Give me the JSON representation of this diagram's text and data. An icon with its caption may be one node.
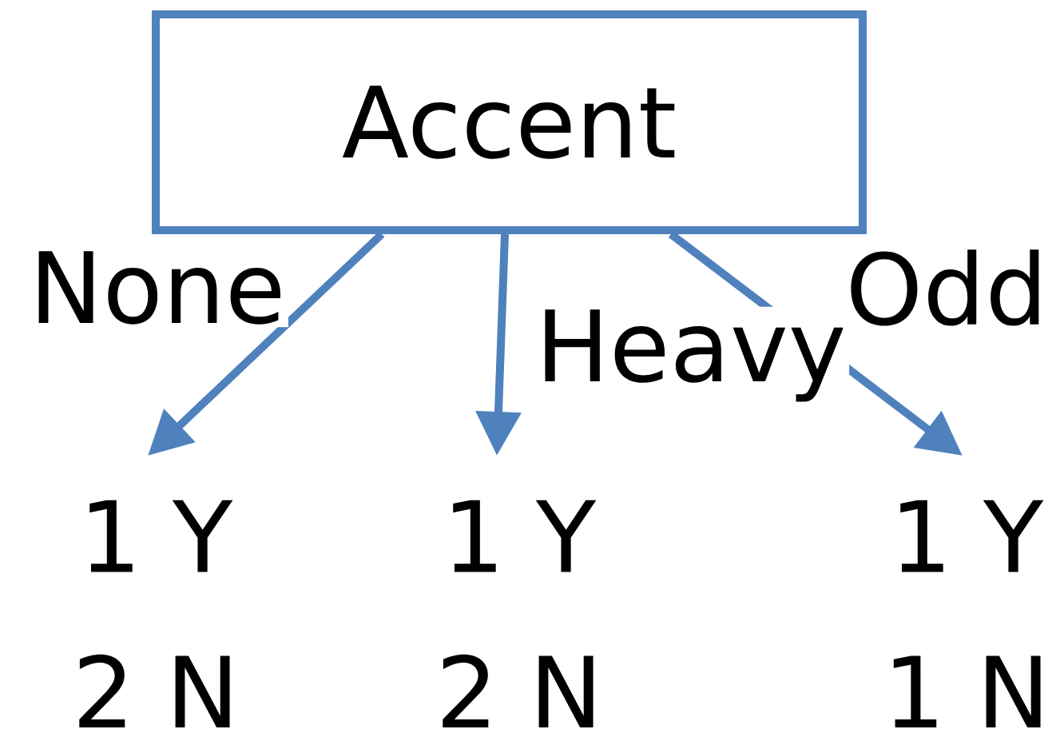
{
  "diagram": {
    "nodes": [
      {
        "text": [
          "Accent"
        ]
      },
      {
        "text": [
          "1 Y",
          "2 N"
        ]
      },
      {
        "text": [
          "1 Y",
          "2 N"
        ]
      },
      {
        "text": [
          "1 Y",
          "1 N"
        ]
      }
    ],
    "edges": [
      {
        "from": 0,
        "to": 1,
        "arrow": "to",
        "label": "None"
      },
      {
        "from": 0,
        "to": 2,
        "arrow": "to",
        "label": "Heavy"
      },
      {
        "from": 0,
        "to": 3,
        "arrow": "to",
        "label": "Odd"
      }
    ]
  }
}
